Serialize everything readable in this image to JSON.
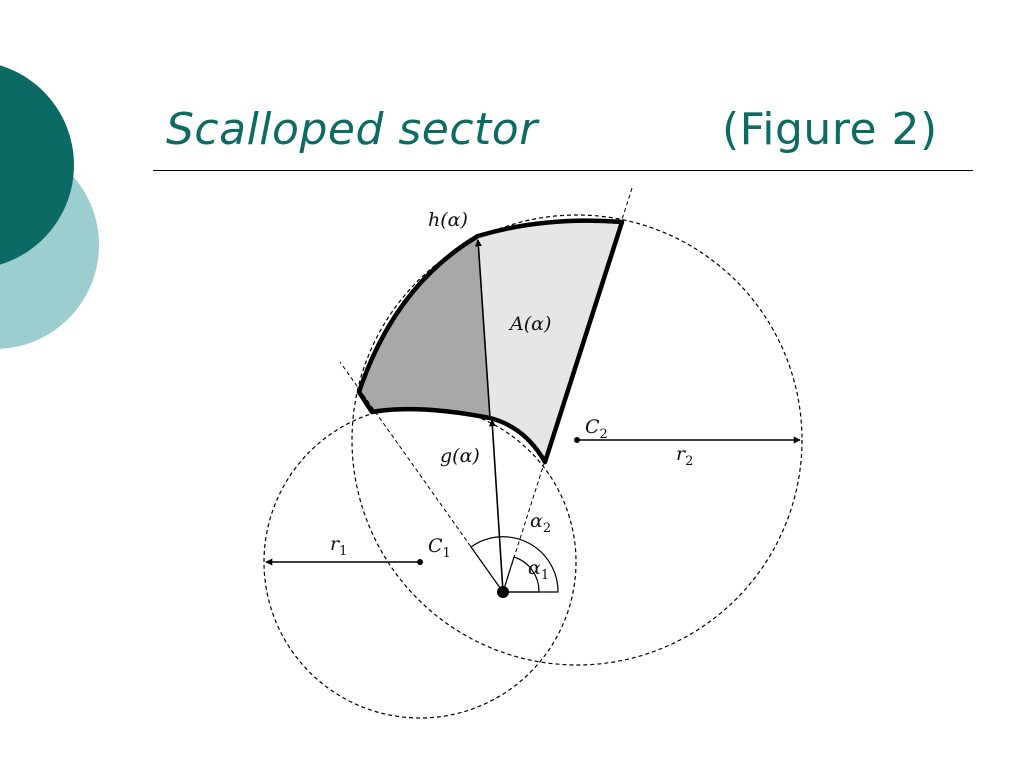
{
  "slide": {
    "title": "Scalloped sector",
    "figure_ref": "(Figure 2)"
  },
  "colors": {
    "title": "#0e6b63",
    "circle_dark": "#0b6a63",
    "circle_light": "#9ccdcf",
    "region_dark": "#a8a8a8",
    "region_light": "#e6e6e6",
    "outline": "#000000"
  },
  "diagram": {
    "labels": {
      "h": {
        "base": "h(α)",
        "sub": ""
      },
      "A": {
        "base": "A(α)",
        "sub": ""
      },
      "g": {
        "base": "g(α)",
        "sub": ""
      },
      "C2": {
        "base": "C",
        "sub": "2"
      },
      "r2": {
        "base": "r",
        "sub": "2"
      },
      "alpha2": {
        "base": "α",
        "sub": "2"
      },
      "alpha1": {
        "base": "α",
        "sub": "1"
      },
      "r1": {
        "base": "r",
        "sub": "1"
      },
      "C1": {
        "base": "C",
        "sub": "1"
      }
    }
  }
}
